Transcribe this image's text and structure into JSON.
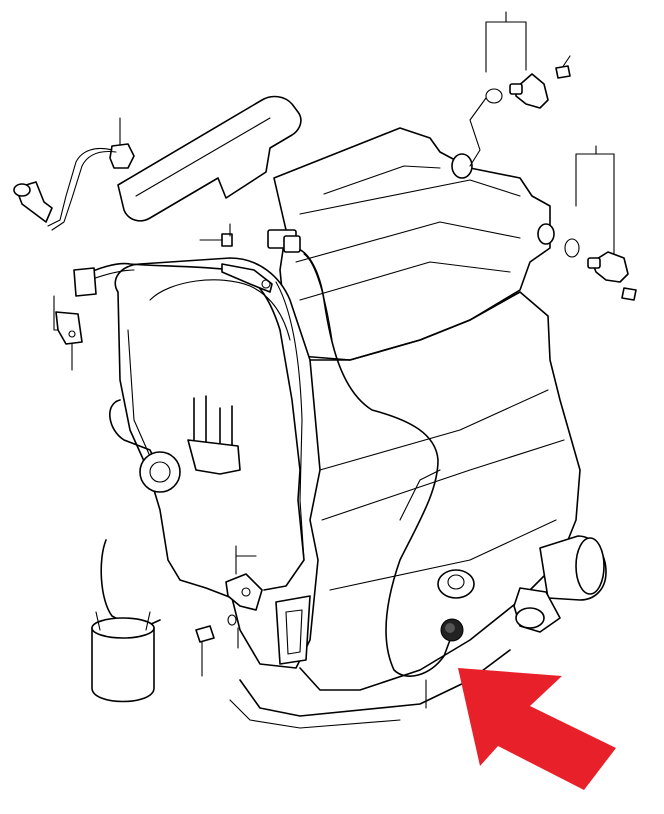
{
  "diagram": {
    "kind": "exploded-parts-illustration",
    "subject": "engine-sensors",
    "callouts": [
      {
        "id": "camshaft-position-sensor-upper",
        "highlighted": false
      },
      {
        "id": "o-ring-upper",
        "highlighted": false
      },
      {
        "id": "bolt-upper-right",
        "highlighted": false
      },
      {
        "id": "camshaft-position-sensor-right",
        "highlighted": false
      },
      {
        "id": "o-ring-right",
        "highlighted": false
      },
      {
        "id": "bolt-right",
        "highlighted": false
      },
      {
        "id": "left-temperature-sensor",
        "highlighted": false
      },
      {
        "id": "left-bracket-sensor",
        "highlighted": false
      },
      {
        "id": "harness-bracket-bolt",
        "highlighted": false
      },
      {
        "id": "crankshaft-position-sensor",
        "highlighted": false
      },
      {
        "id": "lower-bolt",
        "highlighted": false
      },
      {
        "id": "lower-washer",
        "highlighted": false
      },
      {
        "id": "knock-sensor",
        "highlighted": true
      }
    ],
    "arrow": {
      "color": "#e8202a",
      "points_to": "knock-sensor"
    },
    "line_color": "#000000",
    "background": "#ffffff"
  }
}
